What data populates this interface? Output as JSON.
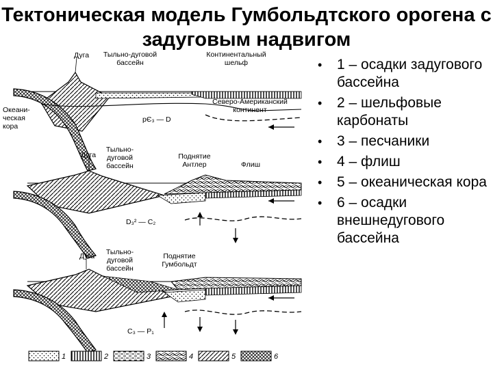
{
  "title": "Тектоническая модель Гумбольдтского орогена с задуговым надвигом",
  "diagram": {
    "panel1": {
      "arc": "Дуга",
      "backarc_basin": [
        "Тыльно-дуговой",
        "бассейн"
      ],
      "shelf": [
        "Континентальный",
        "шельф"
      ],
      "oceanic_crust": [
        "Океани-",
        "ческая",
        "кора"
      ],
      "continent": [
        "Северо-Американский",
        "континент"
      ],
      "age": "pЄ₃ — D"
    },
    "panel2": {
      "arc": "Дуга",
      "backarc_basin": [
        "Тыльно-",
        "дуговой",
        "бассейн"
      ],
      "uplift": [
        "Поднятие",
        "Антлер"
      ],
      "flysch": "Флиш",
      "age": "D₃² — C₂"
    },
    "panel3": {
      "arc": "Дуга",
      "backarc_basin": [
        "Тыльно-",
        "дуговой",
        "бассейн"
      ],
      "uplift": [
        "Поднятие",
        "Гумбольдт"
      ],
      "age": "C₃ — P₁"
    },
    "legend_numbers": [
      "1",
      "2",
      "3",
      "4",
      "5",
      "6"
    ]
  },
  "legend": [
    "1 – осадки задугового бассейна",
    "2 – шельфовые карбонаты",
    "3 – песчаники",
    "4 – флиш",
    "5 – океаническая кора",
    "6 – осадки внешнедугового бассейна"
  ]
}
